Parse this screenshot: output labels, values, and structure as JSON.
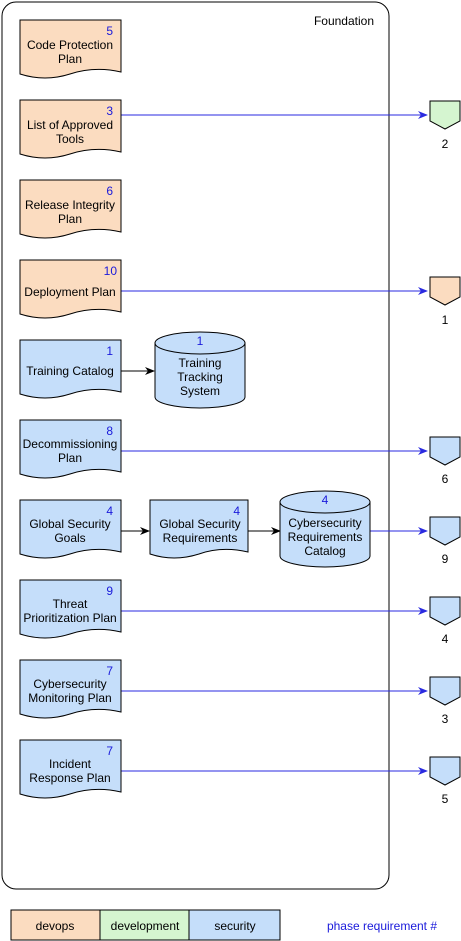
{
  "container": {
    "title": "Foundation"
  },
  "colors": {
    "devops": "#fbdcc0",
    "development": "#d5f5d0",
    "security": "#c5defa",
    "stroke": "#000000",
    "link": "#2a2ae0",
    "number": "#1a1adb"
  },
  "docs": {
    "code_protection": {
      "lines": [
        "Code Protection",
        "Plan"
      ],
      "num": "5"
    },
    "approved_tools": {
      "lines": [
        "List of Approved",
        "Tools"
      ],
      "num": "3"
    },
    "release_integrity": {
      "lines": [
        "Release Integrity",
        "Plan"
      ],
      "num": "6"
    },
    "deployment": {
      "lines": [
        "Deployment Plan"
      ],
      "num": "10"
    },
    "training_catalog": {
      "lines": [
        "Training Catalog"
      ],
      "num": "1"
    },
    "training_tracking": {
      "lines": [
        "Training",
        "Tracking",
        "System"
      ],
      "num": "1"
    },
    "decommissioning": {
      "lines": [
        "Decommissioning",
        "Plan"
      ],
      "num": "8"
    },
    "global_goals": {
      "lines": [
        "Global Security",
        "Goals"
      ],
      "num": "4"
    },
    "global_requirements": {
      "lines": [
        "Global Security",
        "Requirements"
      ],
      "num": "4"
    },
    "cyber_catalog": {
      "lines": [
        "Cybersecurity",
        "Requirements",
        "Catalog"
      ],
      "num": "4"
    },
    "threat_prioritization": {
      "lines": [
        "Threat",
        "Prioritization Plan"
      ],
      "num": "9"
    },
    "monitoring": {
      "lines": [
        "Cybersecurity",
        "Monitoring Plan"
      ],
      "num": "7"
    },
    "incident_response": {
      "lines": [
        "Incident",
        "Response Plan"
      ],
      "num": "7"
    }
  },
  "phases": {
    "p2": "2",
    "p1": "1",
    "p6": "6",
    "p9": "9",
    "p4": "4",
    "p3": "3",
    "p5": "5"
  },
  "legend": {
    "devops": "devops",
    "development": "development",
    "security": "security",
    "note": "phase requirement #"
  }
}
